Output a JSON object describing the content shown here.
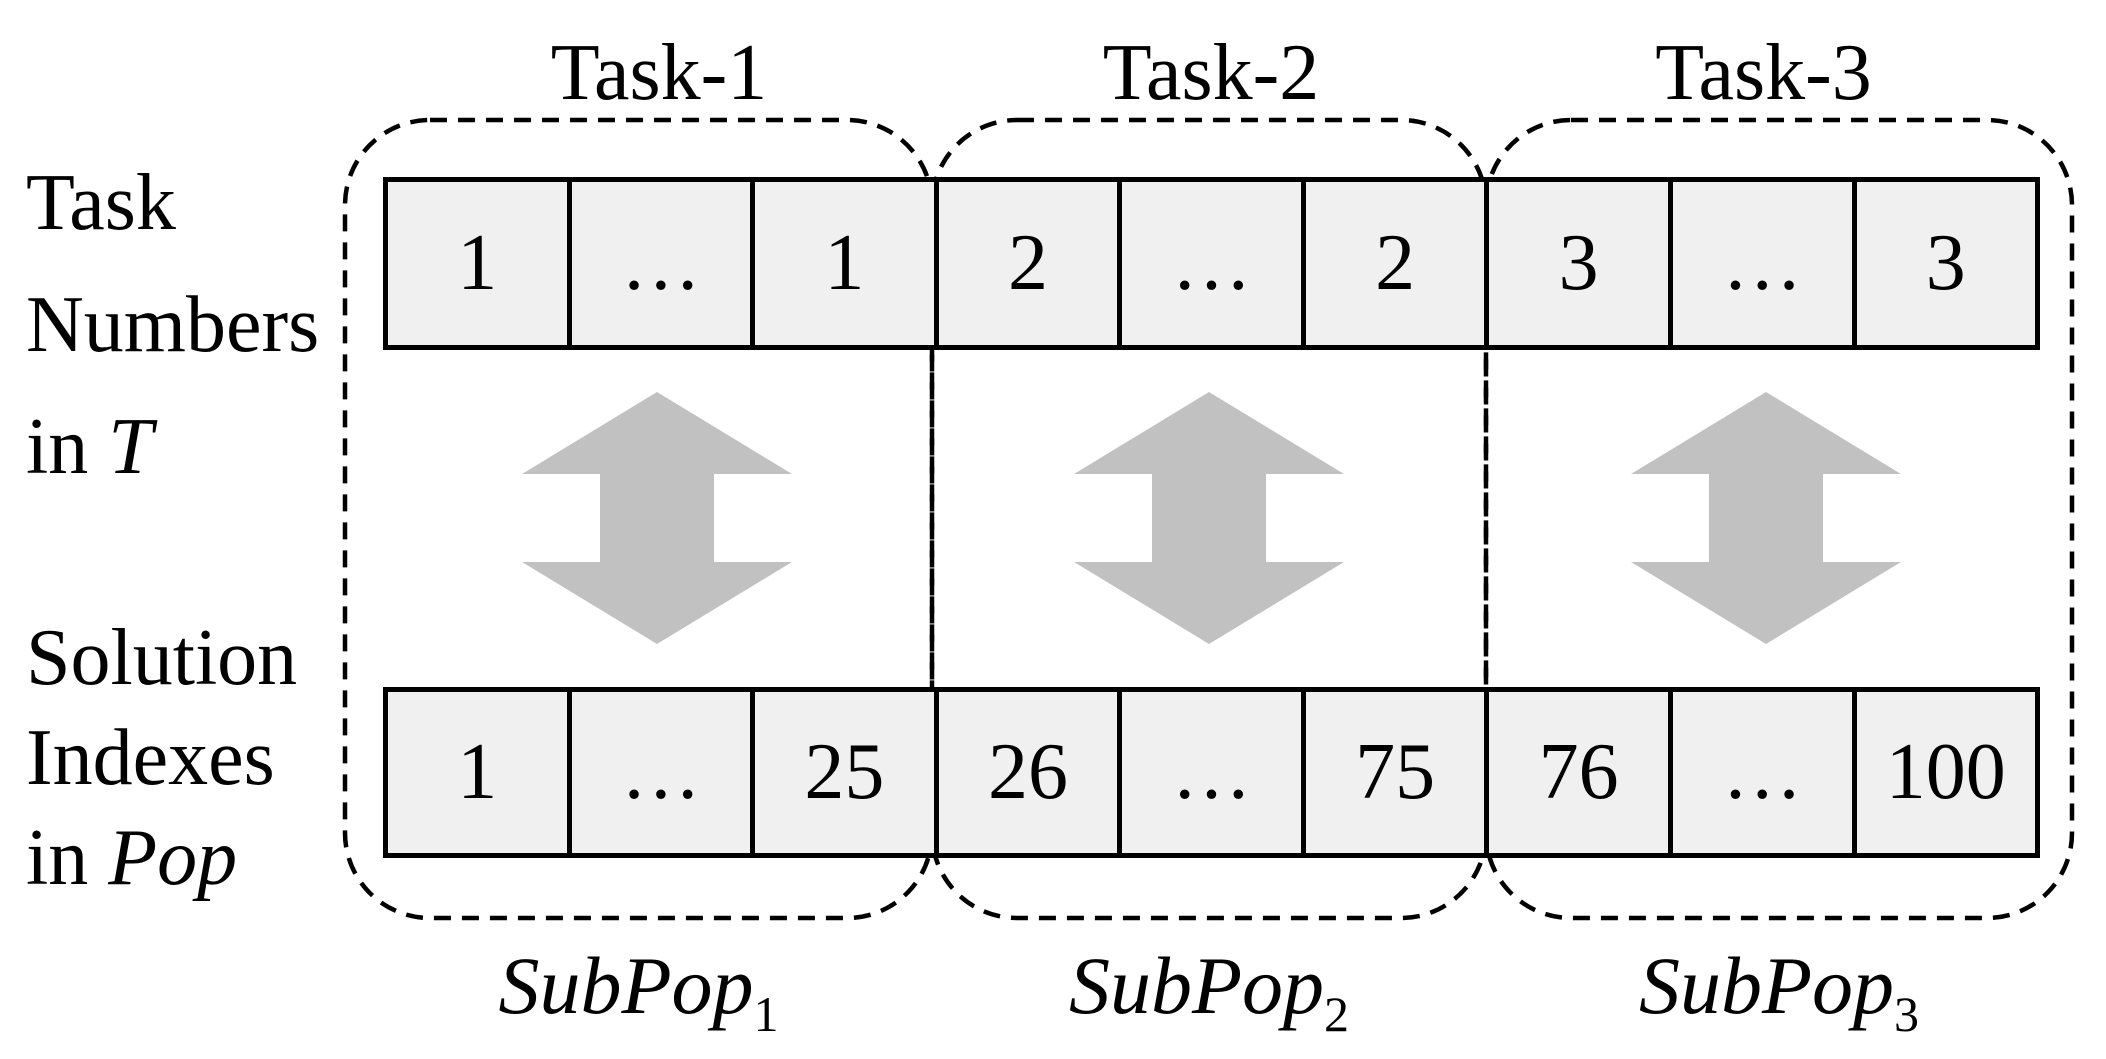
{
  "figure": {
    "task_titles": [
      "Task-1",
      "Task-2",
      "Task-3"
    ],
    "left_label_top": {
      "line1": "Task",
      "line2": "Numbers",
      "line3_prefix": "in ",
      "line3_var": "T"
    },
    "left_label_bottom": {
      "line1": "Solution",
      "line2": "Indexes",
      "line3_prefix": "in ",
      "line3_var": "Pop"
    },
    "task_numbers_row": [
      "1",
      "…",
      "1",
      "2",
      "…",
      "2",
      "3",
      "…",
      "3"
    ],
    "solution_indexes_row": [
      "1",
      "…",
      "25",
      "26",
      "…",
      "75",
      "76",
      "…",
      "100"
    ],
    "subpop_labels": [
      {
        "name": "SubPop",
        "sub": "1"
      },
      {
        "name": "SubPop",
        "sub": "2"
      },
      {
        "name": "SubPop",
        "sub": "3"
      }
    ],
    "colors": {
      "background": "#ffffff",
      "line": "#000000",
      "cell_fill": "#f0f0f0",
      "arrow": "#c1c1c1",
      "text": "#000000"
    }
  }
}
